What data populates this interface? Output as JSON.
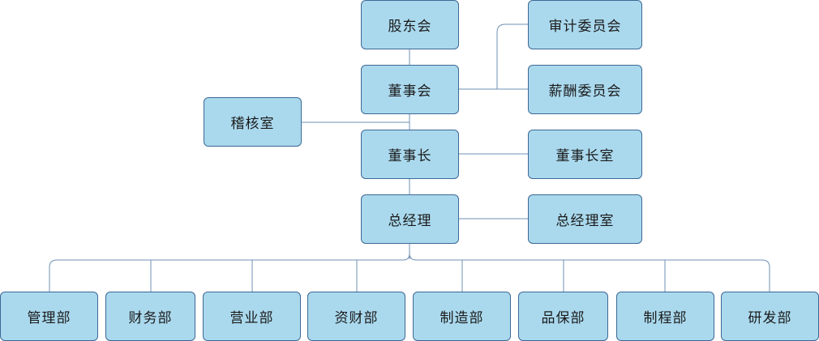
{
  "org_chart": {
    "shareholders_meeting": "股东会",
    "board_of_directors": "董事会",
    "chairman": "董事长",
    "general_manager": "总经理",
    "audit_office": "稽核室",
    "audit_committee": "审计委员会",
    "remuneration_committee": "薪酬委员会",
    "chairman_office": "董事长室",
    "general_manager_office": "总经理室",
    "departments": [
      "管理部",
      "财务部",
      "营业部",
      "资财部",
      "制造部",
      "品保部",
      "制程部",
      "研发部"
    ]
  },
  "colors": {
    "box_fill": "#aad9ee",
    "box_border": "#3d6894",
    "connector": "#6f90b4"
  }
}
